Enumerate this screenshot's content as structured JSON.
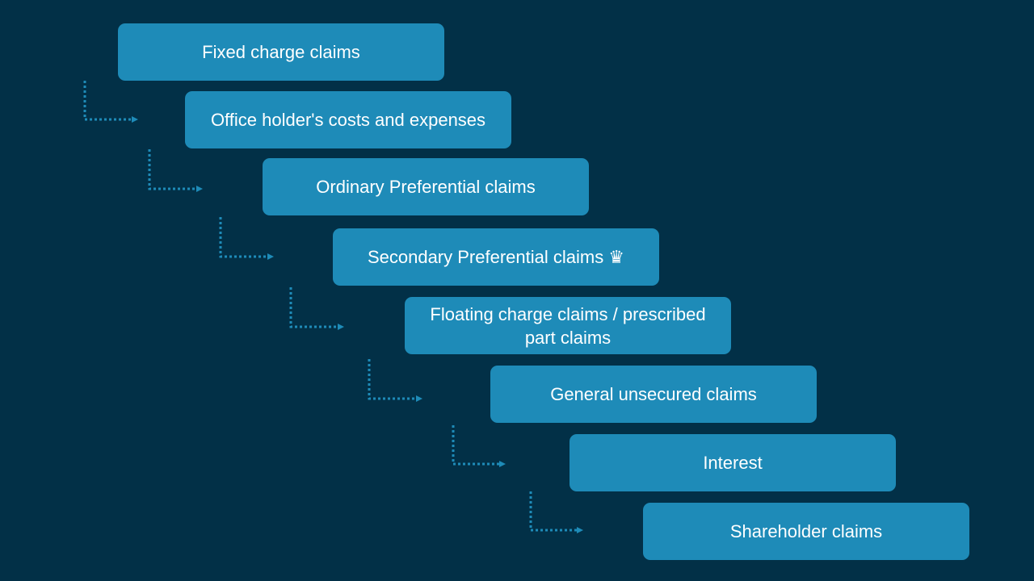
{
  "steps": [
    {
      "label": "Fixed charge claims"
    },
    {
      "label": "Office holder's costs and expenses"
    },
    {
      "label": "Ordinary Preferential claims"
    },
    {
      "label": "Secondary Preferential claims ♛"
    },
    {
      "label": "Floating charge claims / prescribed part claims"
    },
    {
      "label": "General unsecured claims"
    },
    {
      "label": "Interest"
    },
    {
      "label": "Shareholder claims"
    }
  ],
  "colors": {
    "background": "#023047",
    "box": "#1e8bb8",
    "connector": "#1e8bb8",
    "text": "#ffffff"
  }
}
